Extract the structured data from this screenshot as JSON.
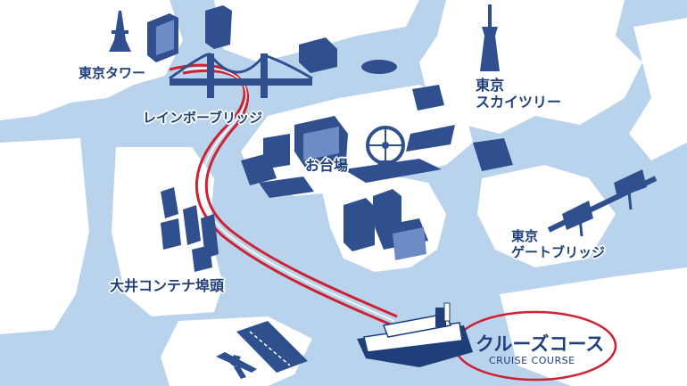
{
  "colors": {
    "water": "#b9d3ec",
    "land": "#ffffff",
    "building": "#2f4f8f",
    "route": "#cc2233",
    "text": "#1f3f7a"
  },
  "labels": {
    "tokyo_tower": "東京タワー",
    "rainbow_bridge": "レインボーブリッジ",
    "odaiba": "お台場",
    "skytree_line1": "東京",
    "skytree_line2": "スカイツリー",
    "gate_bridge_line1": "東京",
    "gate_bridge_line2": "ゲートブリッジ",
    "oi_container": "大井コンテナ埠頭"
  },
  "course": {
    "title": "クルーズコース",
    "subtitle": "CRUISE COURSE"
  },
  "icons": [
    "tokyo-tower-icon",
    "skytree-icon",
    "rainbow-bridge-icon",
    "gate-bridge-icon",
    "ferris-wheel-icon",
    "crane-icon",
    "cruise-ship-icon",
    "airplane-icon"
  ]
}
